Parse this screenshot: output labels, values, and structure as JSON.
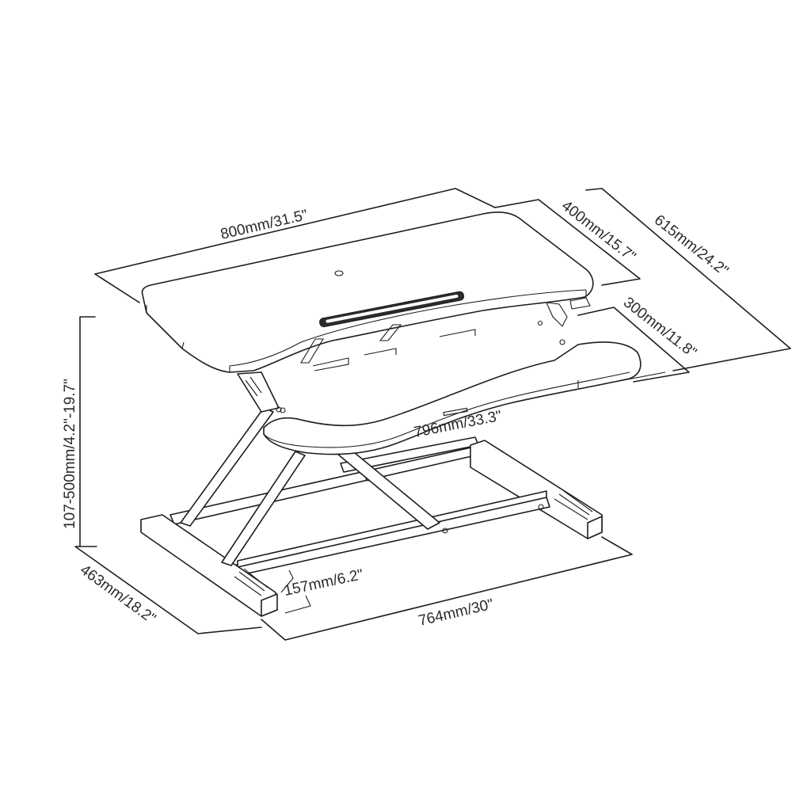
{
  "diagram": {
    "subject": "Sit-stand desk converter dimensional line drawing",
    "line_color": "#1e1e1e",
    "background": "#ffffff",
    "dimensions": {
      "top_width": "800mm/31.5\"",
      "top_depth": "400mm/15.7\"",
      "total_depth": "615mm/24.2\"",
      "keyboard_tray_depth": "300mm/11.8\"",
      "keyboard_tray_width": "796mm/33.3\"",
      "height_range": "107-500mm/4.2\"-19.7\"",
      "base_depth": "463mm/18.2\"",
      "base_clearance": "157mm/6.2\"",
      "base_width": "764mm/30\""
    }
  }
}
